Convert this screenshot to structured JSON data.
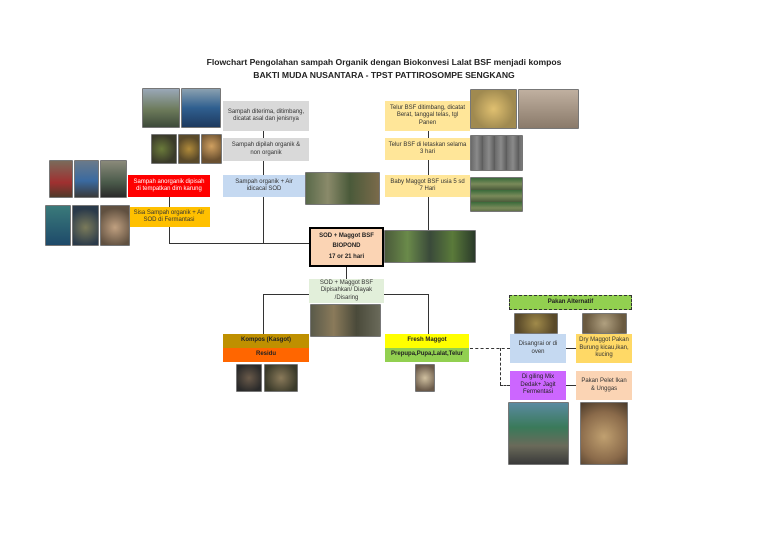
{
  "title": {
    "line1": "Flowchart Pengolahan sampah Organik dengan Biokonvesi Lalat BSF menjadi kompos",
    "line2": "BAKTI MUDA NUSANTARA - TPST PATTIROSOMPE SENGKANG"
  },
  "left_column": {
    "receive": "Sampah diterima, ditimbang, dicatat asal dan jenisnya",
    "sort": "Sampah dipilah organik & non organik",
    "inorganic": "Sampah anorganik dipisah di tempatkan dim karung",
    "sod": "Sampah organik + Air idicacal SOD",
    "residue": "Sisa Sampah organik + Air SOD di Fermantasi"
  },
  "right_column": {
    "eggs": "Telur BSF ditimbang, dicatat Berat, tanggal telas, tgl Panen",
    "hatch": "Telur BSF di letaskan selama 3 hari",
    "baby": "Baby Maggot BSF usia 5 sd 7 Hari"
  },
  "center": {
    "biopond_line1": "SOD + Maggot BSF",
    "biopond_line2": "BIOPOND",
    "biopond_line3": "17 or 21 hari",
    "separate": "SOD + Maggot BSF Dipisahkan/ Diayak /Disaring"
  },
  "outputs": {
    "compost": "Kompos (Kasgot)",
    "residu": "Residu",
    "fresh": "Fresh Maggot",
    "prepupa": "Prepupa,Pupa,Lalat,Telur"
  },
  "alternative": {
    "header": "Pakan Alternatif",
    "roast": "Disangrai or di oven",
    "dry": "Dry Maggot Pakan Burung kicau,ikan, kucing",
    "grind": "Di giling Mix Dedak+ Jagit Fermentasi",
    "pellet": "Pakan Pelet Ikan & Unggas"
  },
  "colors": {
    "gray_box": "#d9d9d9",
    "blue_box": "#c5d9f1",
    "red_box": "#ff0000",
    "yellow_box": "#ffc000",
    "light_yellow_box": "#ffe699",
    "peach_box": "#fbd4b4",
    "light_green_box": "#e2efda",
    "compost_box": "#bf9000",
    "residu_box": "#ff6600",
    "fresh_box": "#ffff00",
    "prepupa_box": "#92d050",
    "alt_header": "#92d050",
    "purple_box": "#cc66ff",
    "alt_yellow_box": "#ffd966"
  }
}
